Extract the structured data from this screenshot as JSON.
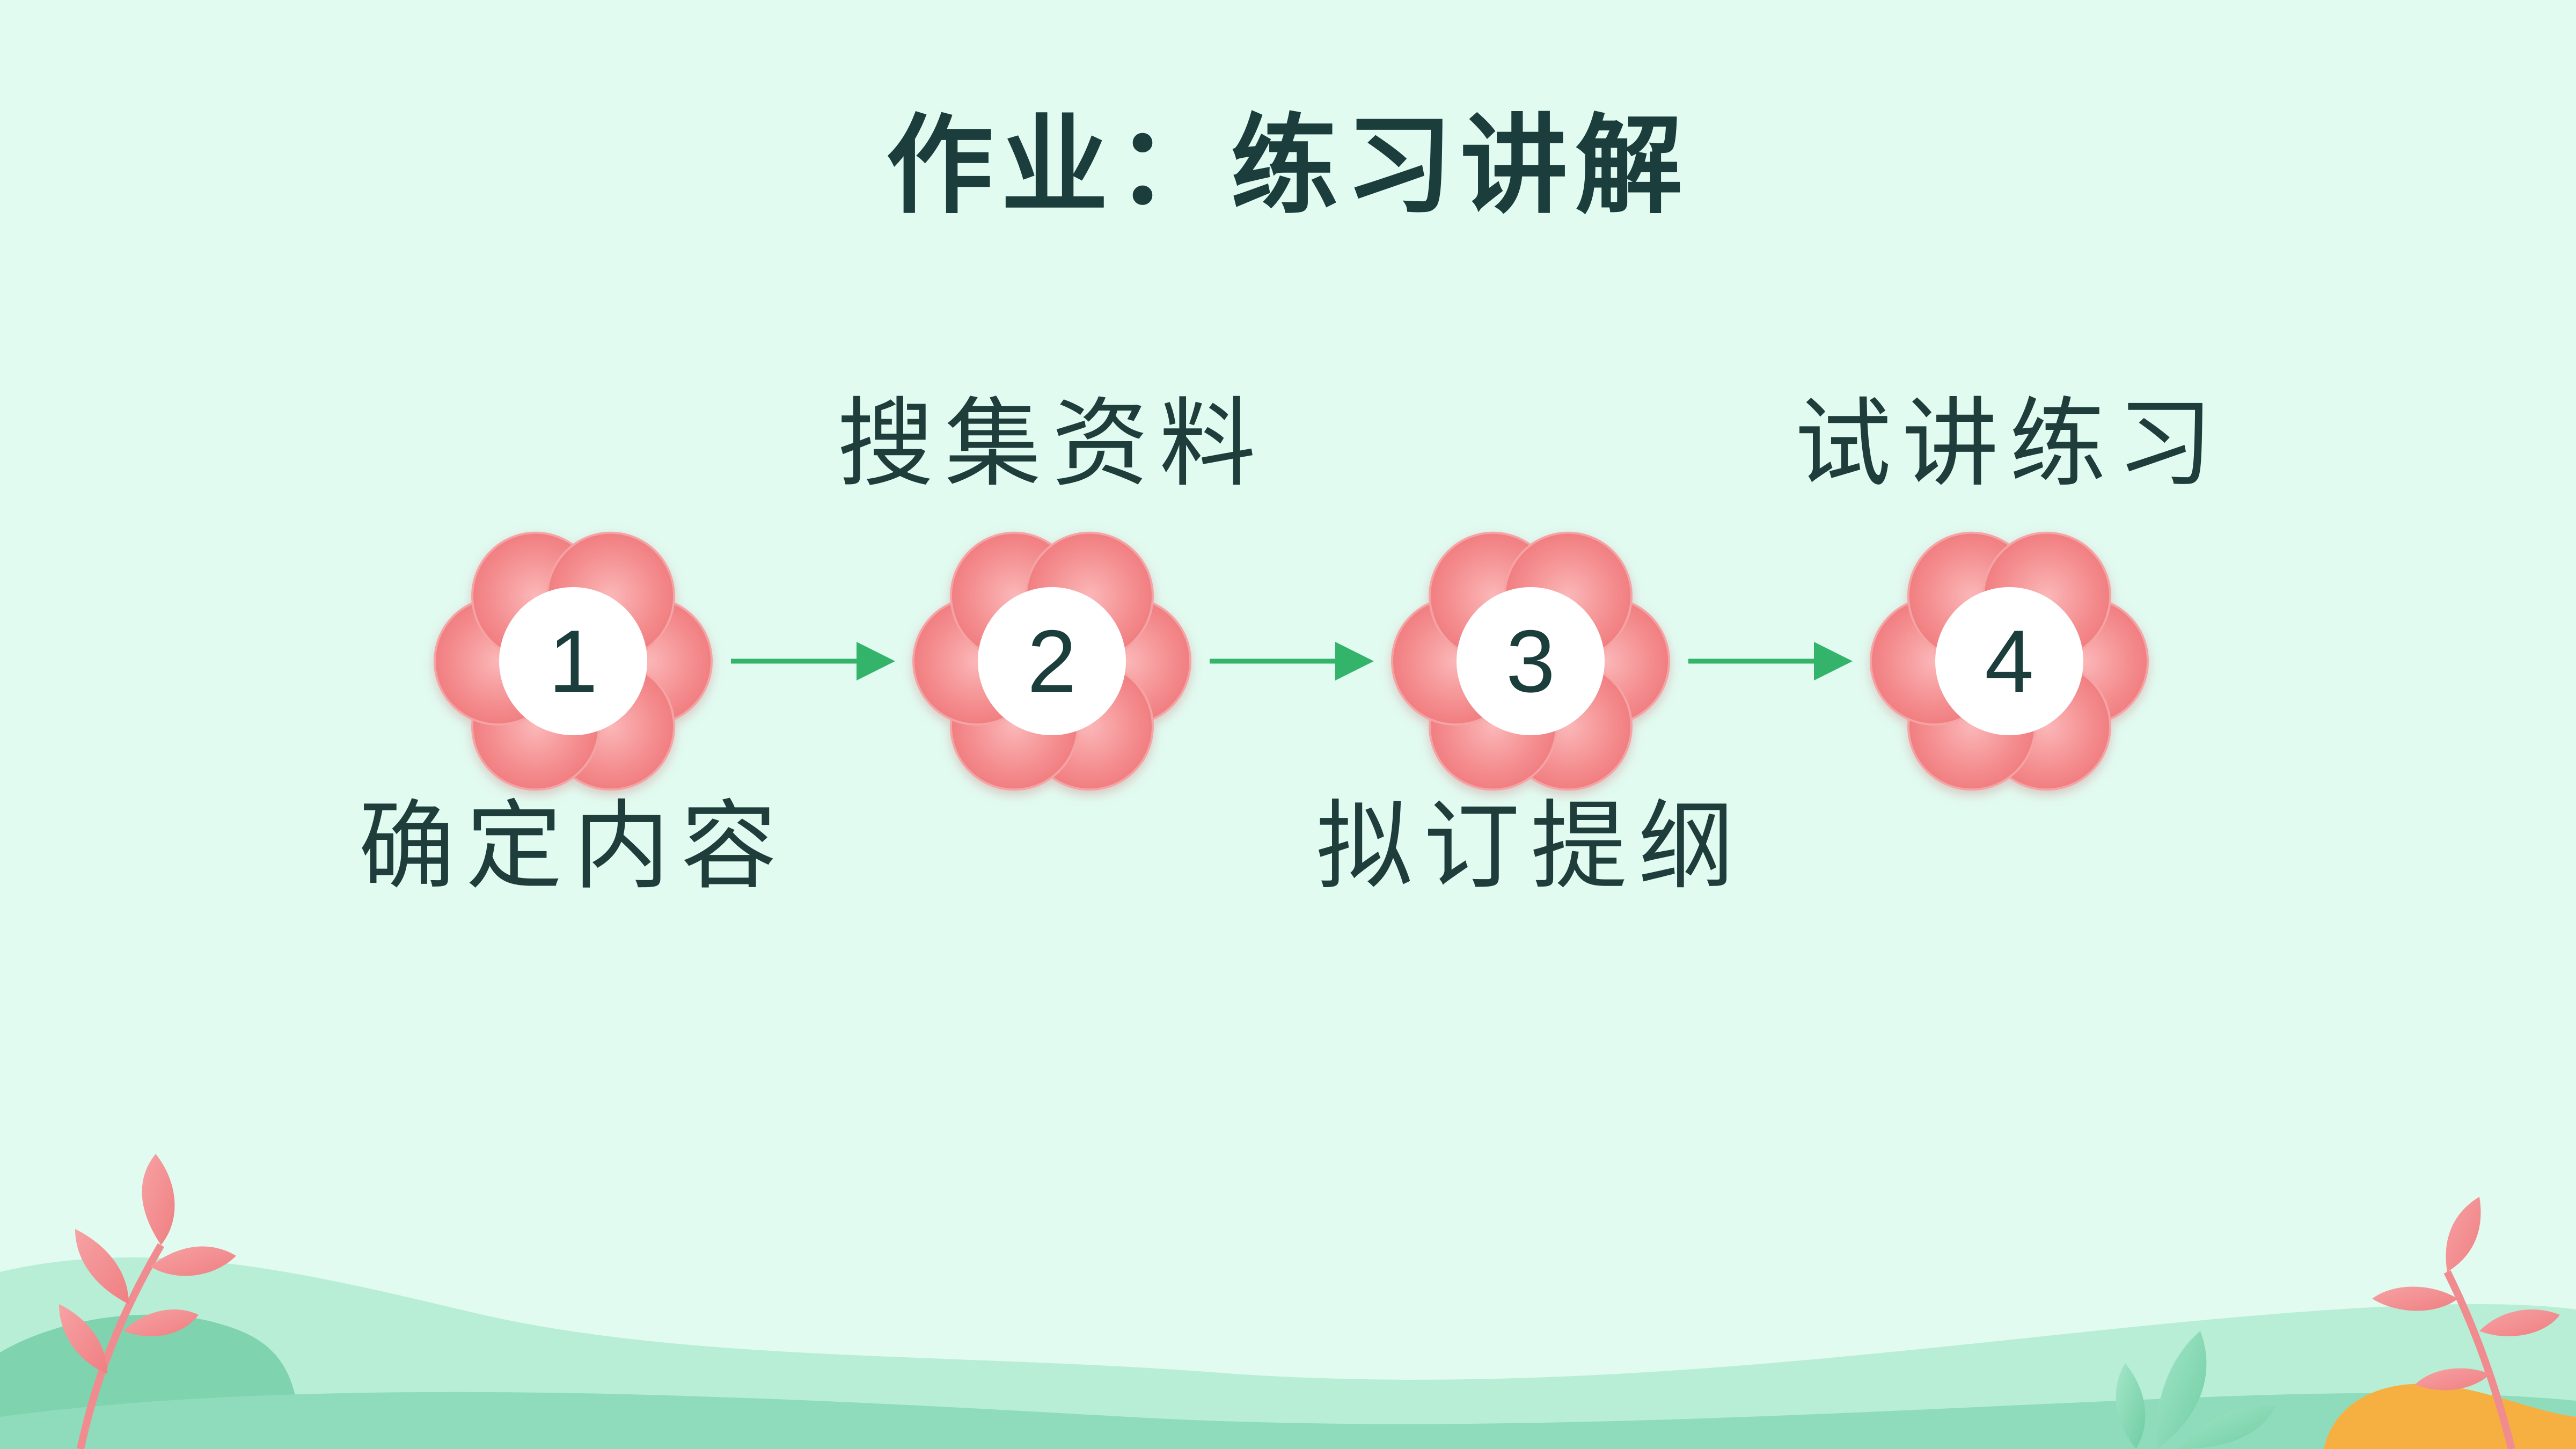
{
  "title": "作业：练习讲解",
  "steps": [
    {
      "number": "1",
      "label": "确定内容"
    },
    {
      "number": "2",
      "label": "搜集资料"
    },
    {
      "number": "3",
      "label": "拟订提纲"
    },
    {
      "number": "4",
      "label": "试讲练习"
    }
  ],
  "colors": {
    "background": "#e1fbf1",
    "title_text": "#1b3d3b",
    "petal": "#f48789",
    "arrow": "#33b46a",
    "hill_light": "#b9eed6",
    "hill_dark": "#8fdcbc"
  },
  "icons": {
    "flower": "flower-icon",
    "arrow": "arrow-right-icon"
  }
}
